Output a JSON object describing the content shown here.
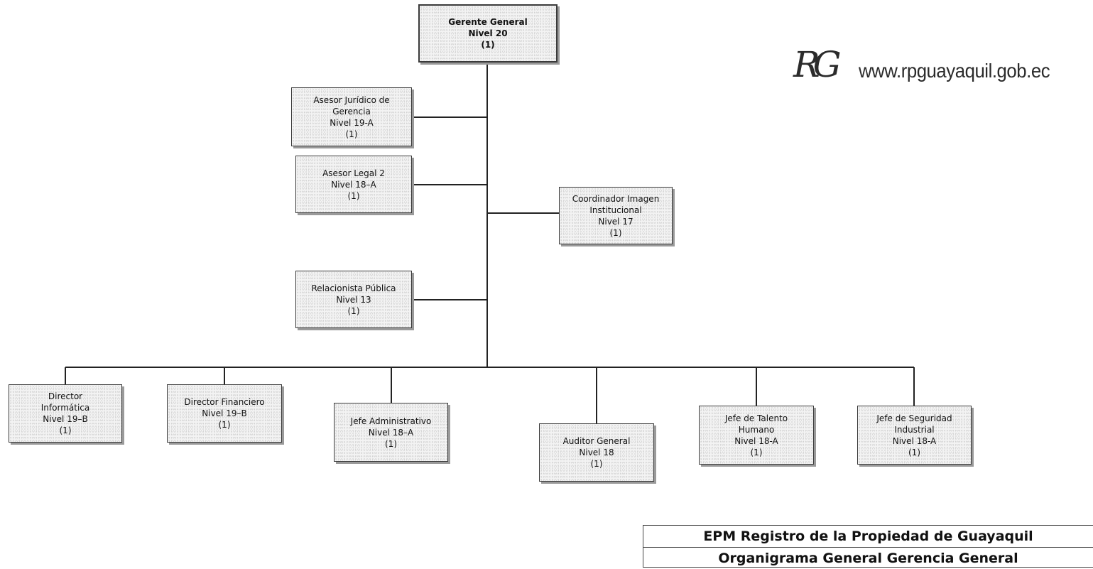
{
  "org": {
    "gerente": {
      "lines": [
        "Gerente General",
        "Nivel 20",
        "(1)"
      ]
    },
    "juridico": {
      "lines": [
        "Asesor Jurídico de",
        "Gerencia",
        "Nivel 19-A",
        "(1)"
      ]
    },
    "legal": {
      "lines": [
        "Asesor Legal 2",
        "Nivel 18–A",
        "(1)"
      ]
    },
    "imagen": {
      "lines": [
        "Coordinador Imagen",
        "Institucional",
        "Nivel 17",
        "(1)"
      ]
    },
    "relacion": {
      "lines": [
        "Relacionista Pública",
        "Nivel 13",
        "(1)"
      ]
    },
    "informatica": {
      "lines": [
        "Director",
        "Informática",
        "Nivel 19–B",
        "(1)"
      ]
    },
    "financiero": {
      "lines": [
        "Director Financiero",
        "Nivel 19–B",
        "(1)"
      ]
    },
    "administrativo": {
      "lines": [
        "Jefe Administrativo",
        "Nivel 18–A",
        "(1)"
      ]
    },
    "auditor": {
      "lines": [
        "Auditor General",
        "Nivel 18",
        "(1)"
      ]
    },
    "talento": {
      "lines": [
        "Jefe de Talento",
        "Humano",
        "Nivel 18-A",
        "(1)"
      ]
    },
    "seguridad": {
      "lines": [
        "Jefe de Seguridad",
        "Industrial",
        "Nivel 18-A",
        "(1)"
      ]
    }
  },
  "logo": {
    "mark": "RG",
    "url": "www.rpguayaquil.gob.ec"
  },
  "title_block": {
    "line1": "EPM Registro de la Propiedad de Guayaquil",
    "line2": "Organigrama General Gerencia General"
  }
}
